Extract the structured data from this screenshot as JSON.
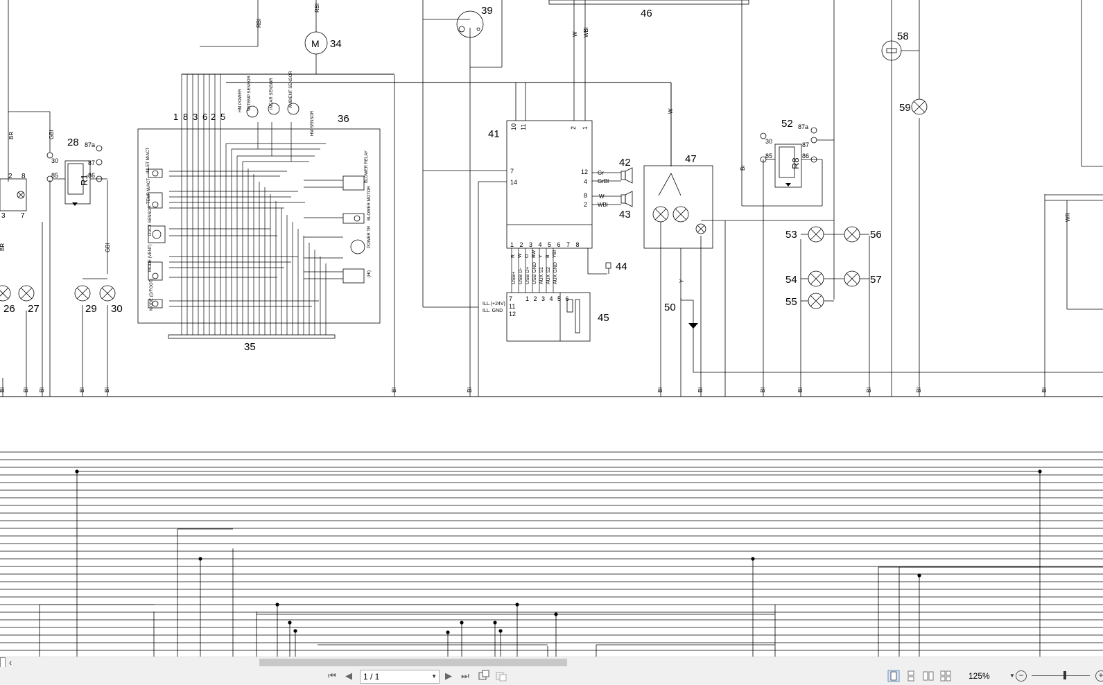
{
  "nav": {
    "first_icon": "first-page-icon",
    "prev_icon": "previous-page-icon",
    "next_icon": "next-page-icon",
    "last_icon": "last-page-icon",
    "page_indicator": "1 / 1"
  },
  "zoom": {
    "level": "125%"
  },
  "schematic": {
    "components": [
      "26",
      "27",
      "28",
      "29",
      "30",
      "34",
      "35",
      "36",
      "39",
      "41",
      "42",
      "43",
      "44",
      "45",
      "46",
      "47",
      "50",
      "52",
      "53",
      "54",
      "55",
      "56",
      "57",
      "58",
      "59"
    ],
    "ground_label": "Bl",
    "relay_r1": "R1",
    "relay_r8": "R8",
    "relay_pins": {
      "p30": "30",
      "p85": "85",
      "p86": "86",
      "p87": "87",
      "p87a": "87a"
    },
    "motor": "M",
    "wire_labels": {
      "rbl": "RBl",
      "br": "BR",
      "gbl": "GBl",
      "w": "W",
      "wbl": "WBl",
      "gr": "Gr",
      "grbl": "GrBl",
      "y": "Y",
      "brl": "Br",
      "wr": "WR",
      "r": "R",
      "o": "O",
      "bw": "BW",
      "b": "B",
      "ybl": "YBl"
    },
    "module36_labels": {
      "inlet": "INLET M/ACT",
      "temp": "TEMP M/ACT",
      "duct": "DUCT SENSOR",
      "vent": "MODE (VENT)",
      "foot": "MODE (D/FOOT)",
      "blower_relay": "BLOWER RELAY",
      "blower_motor": "BLOWER MOTOR",
      "power_tr": "POWER TR",
      "hi": "(HI)",
      "wtemp": "W/TEMP SENSOR",
      "incar": "INCAR SENSOR",
      "ambient": "AMBIENT SENSOR",
      "hm_sensor": "HM SENSOR",
      "hm_power": "HM POWER"
    },
    "module41_pins": {
      "p10": "10",
      "p11": "11",
      "p2": "2",
      "p1": "1",
      "p7": "7",
      "p14": "14",
      "p12": "12",
      "p4": "4",
      "p8": "8",
      "p2b": "2",
      "bottom": "1 2 3 4 5 6 7 8"
    },
    "module45_labels": {
      "usb_plus": "USB+",
      "usb_dminus": "USB D-",
      "usb_dplus": "USB D+",
      "usb_gnd": "USB GND",
      "aux_s1": "AUX S1",
      "aux_s2": "AUX S2",
      "aux_gnd": "AUX GND",
      "ill_24v": "ILL.(+24V)",
      "ill_gnd": "ILL. GND",
      "p7": "7",
      "p11": "11",
      "p12": "12",
      "pins_top": "1 2 3 4 5 6"
    }
  }
}
